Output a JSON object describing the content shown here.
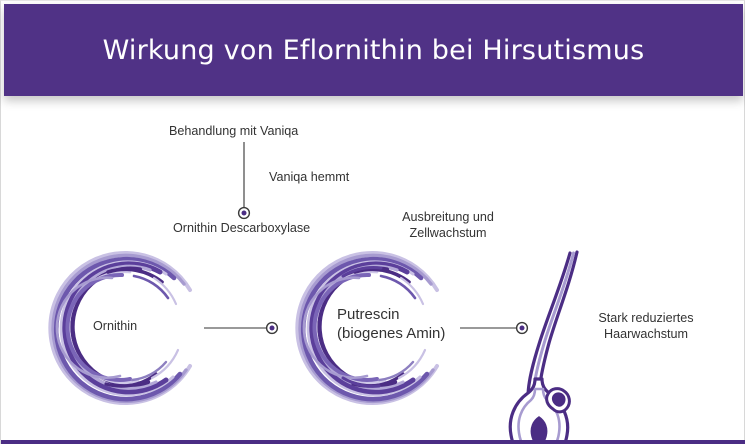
{
  "header": {
    "title": "Wirkung von Eflornithin bei Hirsutismus",
    "background_color": "#503286",
    "text_color": "#ffffff"
  },
  "colors": {
    "accent_purple": "#503286",
    "deep_purple": "#4b2d84",
    "mid_purple": "#6d58ad",
    "light_purple": "#a79bd0",
    "pale_purple": "#c9c1e4",
    "text_gray": "#333333",
    "connector_line": "#333333",
    "page_background": "#ffffff"
  },
  "diagram": {
    "type": "pathway-diagram",
    "labels": {
      "treatment": "Behandlung mit Vaniqa",
      "inhibition": "Vaniqa hemmt",
      "enzyme": "Ornithin Descarboxylase",
      "growth": "Ausbreitung und\nZellwachstum",
      "substrate": "Ornithin",
      "product": "Putrescin\n(biogenes Amin)",
      "outcome": "Stark reduziertes\nHaarwachstum"
    },
    "nodes": [
      {
        "name": "ornithin-ring",
        "icon": "c-shaped-ring-icon",
        "label": "Ornithin"
      },
      {
        "name": "putrescin-ring",
        "icon": "c-shaped-ring-icon",
        "label": "Putrescin (biogenes Amin)"
      },
      {
        "name": "hair-follicle",
        "icon": "hair-follicle-icon",
        "label": "Stark reduziertes Haarwachstum"
      }
    ],
    "connectors": [
      {
        "name": "odc-connector",
        "orientation": "vertical",
        "marker": "ring-dot-marker"
      },
      {
        "name": "ornithin-to-putrescin-connector",
        "orientation": "horizontal",
        "marker": "ring-dot-marker"
      },
      {
        "name": "putrescin-to-follicle-connector",
        "orientation": "horizontal",
        "marker": "ring-dot-marker"
      }
    ]
  }
}
